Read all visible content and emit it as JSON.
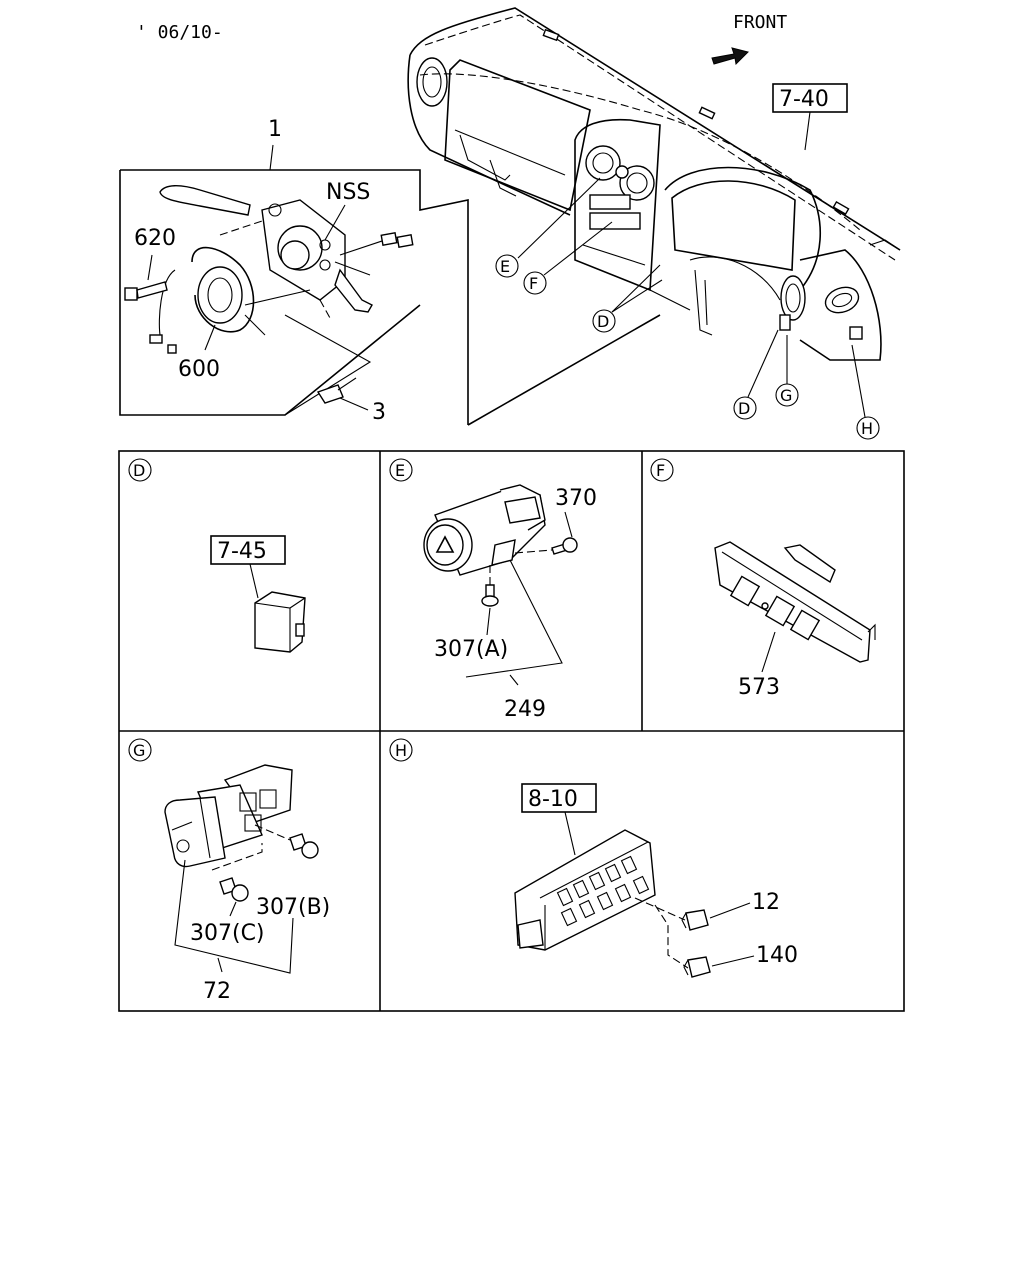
{
  "header": {
    "date_code": "' 06/10-",
    "direction": "FRONT"
  },
  "overview": {
    "refs": {
      "dashboard": "7-40"
    },
    "labels": {
      "switch_assy": "1",
      "nss": "NSS",
      "bolt": "620",
      "coil": "600",
      "screw": "3"
    },
    "callouts": [
      "E",
      "F",
      "D",
      "D",
      "G",
      "H"
    ]
  },
  "panels": {
    "D": {
      "letter": "D",
      "ref": "7-45"
    },
    "E": {
      "letter": "E",
      "labels": [
        "370",
        "307(A)",
        "249"
      ]
    },
    "F": {
      "letter": "F",
      "labels": [
        "573"
      ]
    },
    "G": {
      "letter": "G",
      "labels": [
        "307(B)",
        "307(C)",
        "72"
      ]
    },
    "H": {
      "letter": "H",
      "ref": "8-10",
      "labels": [
        "12",
        "140"
      ]
    }
  }
}
